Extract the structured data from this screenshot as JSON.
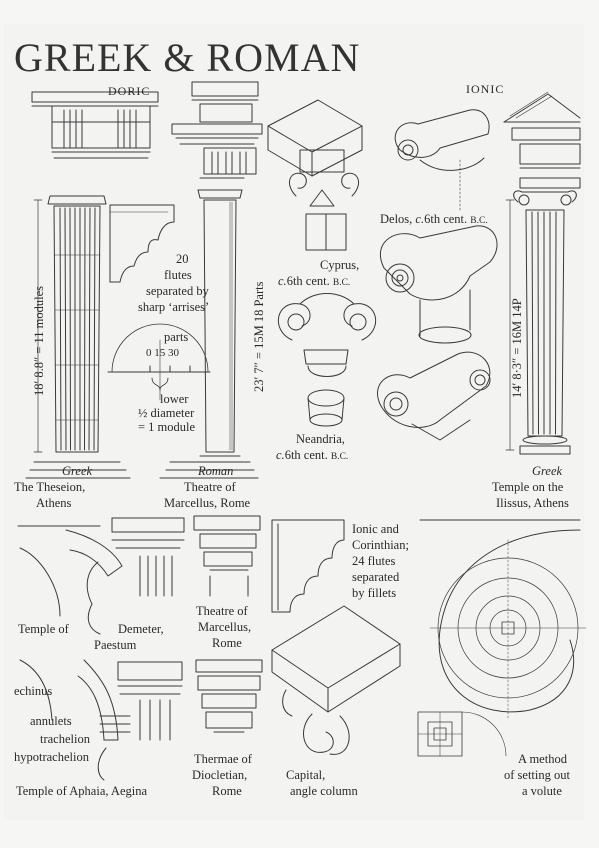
{
  "title": "GREEK & ROMAN",
  "orders": {
    "doric": "DORIC",
    "ionic": "IONIC"
  },
  "dims": {
    "doric_greek": "18′ 8.8″ = 11 modules",
    "doric_roman": "23′ 7″ = 15M 18 Parts",
    "ionic_greek": "14′ 8·3″ = 16M 14P"
  },
  "notes": {
    "flutes_1": "20",
    "flutes_2": "flutes",
    "flutes_3": "separated by",
    "flutes_4": "sharp ‘arrises’",
    "parts": "parts",
    "parts_scale": "0  15  30",
    "lower_1": "lower",
    "lower_2": "½ diameter",
    "lower_3": "= 1 module"
  },
  "captions": {
    "greek_1": "Greek",
    "theseion_1": "The Theseion,",
    "theseion_2": "Athens",
    "roman_1": "Roman",
    "marcellus_1": "Theatre of",
    "marcellus_2": "Marcellus, Rome",
    "greek_2": "Greek",
    "ilissus_1": "Temple on the",
    "ilissus_2": "Ilissus, Athens",
    "delos_1": "Delos, ",
    "delos_2": "c.",
    "delos_3": "6th cent. ",
    "delos_4": "B.C.",
    "cyprus_1": "Cyprus,",
    "cyprus_2": "c.",
    "cyprus_3": "6th cent. ",
    "cyprus_4": "B.C.",
    "neandria_1": "Neandria,",
    "neandria_2": "c.",
    "neandria_3": "6th cent. ",
    "neandria_4": "B.C.",
    "ionic_cor_1": "Ionic and",
    "ionic_cor_2": "Corinthian;",
    "ionic_cor_3": "24 flutes",
    "ionic_cor_4": "separated",
    "ionic_cor_5": "by fillets",
    "demeter_1": "Temple of",
    "demeter_2": "Demeter,",
    "demeter_3": "Paestum",
    "marcellus2_1": "Theatre of",
    "marcellus2_2": "Marcellus,",
    "marcellus2_3": "Rome",
    "echinus": "echinus",
    "annulets": "annulets",
    "trachelion": "trachelion",
    "hypotrachelion": "hypotrachelion",
    "aphaia": "Temple of Aphaia, Aegina",
    "thermae_1": "Thermae of",
    "thermae_2": "Diocletian,",
    "thermae_3": "Rome",
    "capital_1": "Capital,",
    "capital_2": "angle column",
    "volute_1": "A method",
    "volute_2": "of setting out",
    "volute_3": "a volute"
  }
}
